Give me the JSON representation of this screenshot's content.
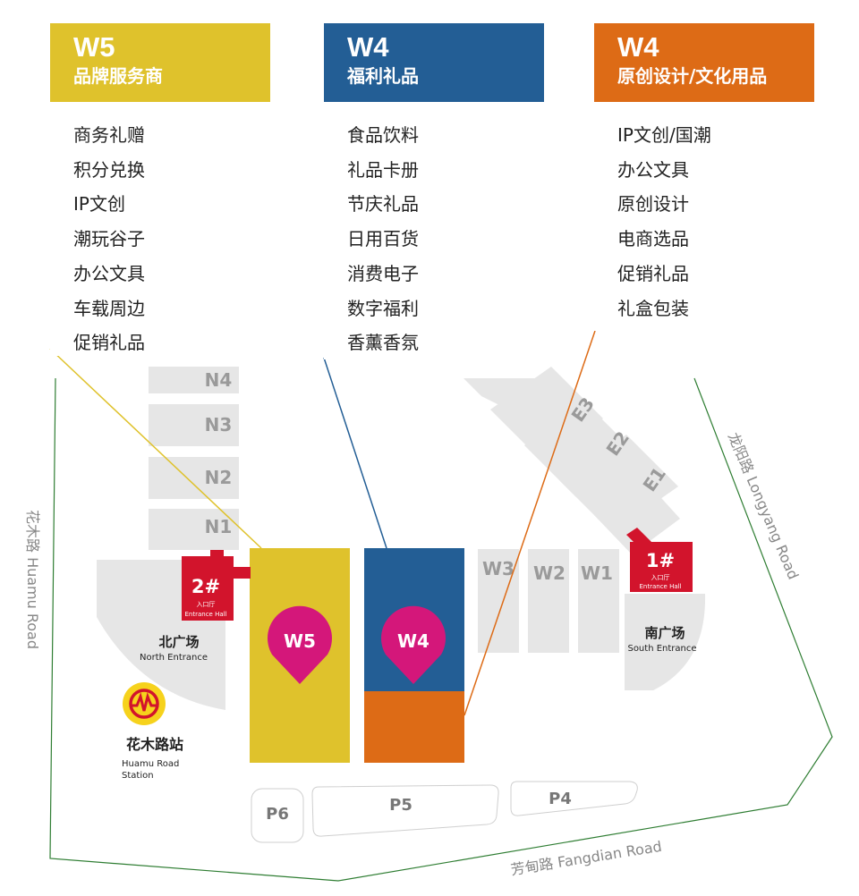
{
  "colors": {
    "w5": "#dfc22c",
    "w4_blue": "#235e95",
    "w4_orange": "#dd6b16",
    "entrance_red": "#d2142c",
    "pin_magenta": "#d4177a",
    "hall_gray": "#e6e6e6",
    "hall_text": "#9a9a9a",
    "road_green": "#2e7d32",
    "metro_yellow": "#f6d21c"
  },
  "cards": [
    {
      "id": "w5",
      "code": "W5",
      "subtitle": "品牌服务商",
      "items": [
        "商务礼赠",
        "积分兑换",
        "IP文创",
        "潮玩谷子",
        "办公文具",
        "车载周边",
        "促销礼品"
      ]
    },
    {
      "id": "w4-gift",
      "code": "W4",
      "subtitle": "福利礼品",
      "items": [
        "食品饮料",
        "礼品卡册",
        "节庆礼品",
        "日用百货",
        "消费电子",
        "数字福利",
        "香薰香氛"
      ]
    },
    {
      "id": "w4-design",
      "code": "W4",
      "subtitle": "原创设计/文化用品",
      "items": [
        "IP文创/国潮",
        "办公文具",
        "原创设计",
        "电商选品",
        "促销礼品",
        "礼盒包装"
      ]
    }
  ],
  "halls": {
    "n4": "N4",
    "n3": "N3",
    "n2": "N2",
    "n1": "N1",
    "e3": "E3",
    "e2": "E2",
    "e1": "E1",
    "w3": "W3",
    "w2": "W2",
    "w1": "W1",
    "p4": "P4",
    "p5": "P5",
    "p6": "P6"
  },
  "pins": {
    "w5": "W5",
    "w4": "W4"
  },
  "entrances": {
    "hall2": {
      "number": "2#",
      "cn": "入口厅",
      "en": "Entrance Hall"
    },
    "hall1": {
      "number": "1#",
      "cn": "入口厅",
      "en": "Entrance Hall"
    }
  },
  "plazas": {
    "north": {
      "cn": "北广场",
      "en": "North Entrance"
    },
    "south": {
      "cn": "南广场",
      "en": "South Entrance"
    }
  },
  "station": {
    "cn": "花木路站",
    "en_line1": "Huamu Road",
    "en_line2": "Station"
  },
  "roads": {
    "huamu": "花木路  Huamu Road",
    "longyang": "龙阳路  Longyang Road",
    "fangdian": "芳甸路  Fangdian Road"
  }
}
